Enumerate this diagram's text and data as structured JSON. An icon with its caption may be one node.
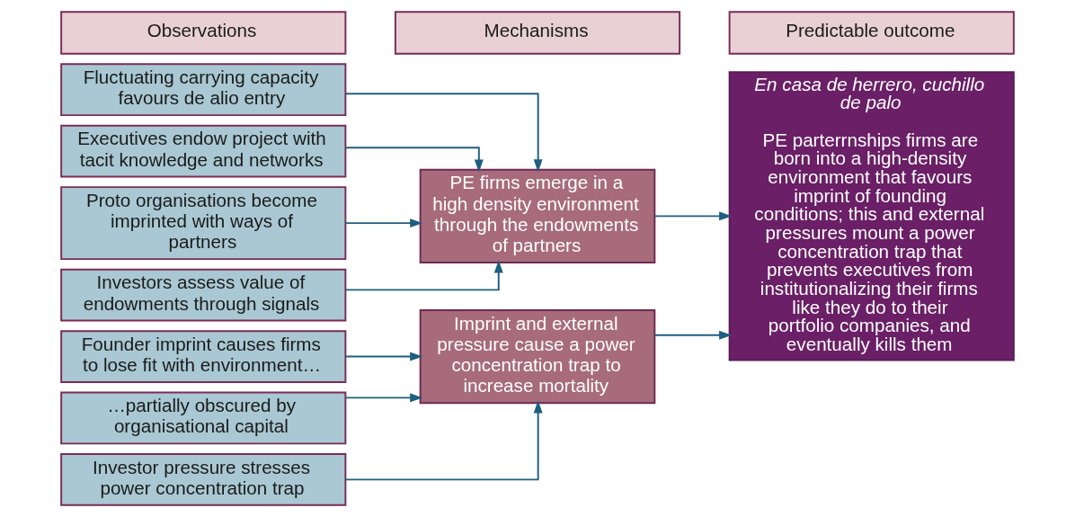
{
  "diagram": {
    "nodes": [
      {
        "text": [
          "Observations"
        ]
      },
      {
        "text": [
          "Mechanisms"
        ]
      },
      {
        "text": [
          "Predictable outcome"
        ]
      },
      {
        "text": [
          "Fluctuating carrying capacity favours de alio entry"
        ]
      },
      {
        "text": [
          "Executives endow project with tacit knowledge and networks"
        ]
      },
      {
        "text": [
          "Proto organisations become imprinted with ways of partners"
        ]
      },
      {
        "text": [
          "Investors assess value of endowments through signals"
        ]
      },
      {
        "text": [
          "PE firms emerge in a high density environment through the endowments of partners"
        ]
      },
      {
        "text": [
          "Founder imprint causes firms to lose fit with environment…"
        ]
      },
      {
        "text": [
          "…partially obscured by organisational capital"
        ]
      },
      {
        "text": [
          "Investor pressure stresses power concentration trap"
        ]
      },
      {
        "text": [
          "Imprint and external pressure cause a power concentration trap to increase mortality"
        ]
      },
      {
        "text": [
          "En casa de herrero, cuchillo de palo",
          "PE parterrnships firms are born into a high-density environment that favours imprint of founding conditions; this and external pressures mount a power concentration trap that prevents executives from institutionalizing their firms like they do to their portfolio companies, and eventually kills them"
        ]
      }
    ],
    "edges": [
      {
        "from": 3,
        "to": 7,
        "arrow": "to"
      },
      {
        "from": 4,
        "to": 7,
        "arrow": "to"
      },
      {
        "from": 5,
        "to": 7,
        "arrow": "to"
      },
      {
        "from": 6,
        "to": 7,
        "arrow": "to"
      },
      {
        "from": 8,
        "to": 11,
        "arrow": "to"
      },
      {
        "from": 9,
        "to": 11,
        "arrow": "to"
      },
      {
        "from": 10,
        "to": 11,
        "arrow": "to"
      },
      {
        "from": 7,
        "to": 12,
        "arrow": "to"
      },
      {
        "from": 11,
        "to": 12,
        "arrow": "to"
      }
    ]
  }
}
